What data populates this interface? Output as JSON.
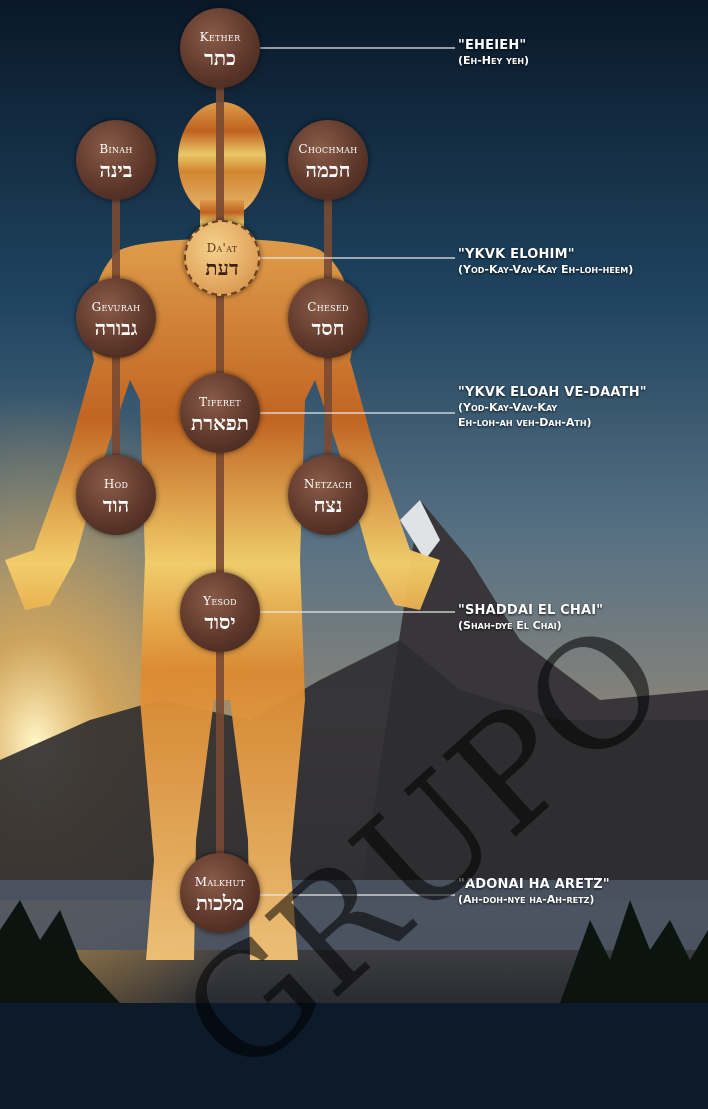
{
  "nodes": {
    "kether": {
      "en": "Kether",
      "he": "כתר"
    },
    "binah": {
      "en": "Binah",
      "he": "בינה"
    },
    "chochmah": {
      "en": "Chochmah",
      "he": "חכמה"
    },
    "daat": {
      "en": "Da'at",
      "he": "דעת"
    },
    "gevurah": {
      "en": "Gevurah",
      "he": "גבורה"
    },
    "chesed": {
      "en": "Chesed",
      "he": "חסד"
    },
    "tiferet": {
      "en": "Tiferet",
      "he": "תפארת"
    },
    "hod": {
      "en": "Hod",
      "he": "הוד"
    },
    "netzach": {
      "en": "Netzach",
      "he": "נצח"
    },
    "yesod": {
      "en": "Yesod",
      "he": "יסוד"
    },
    "malkhut": {
      "en": "Malkhut",
      "he": "מלכות"
    }
  },
  "names": [
    {
      "title": "\"EHEIEH\"",
      "sub": [
        "(Eh-Hey yeh)"
      ]
    },
    {
      "title": "\"YKVK ELOHIM\"",
      "sub": [
        "(Yod-Kay-Vav-Kay Eh-loh-heem)"
      ]
    },
    {
      "title": "\"YKVK ELOAH VE-DAATH\"",
      "sub": [
        "(Yod-Kay-Vav-Kay",
        "Eh-loh-ah veh-Dah-Ath)"
      ]
    },
    {
      "title": "\"SHADDAI EL CHAI\"",
      "sub": [
        "(Shah-dye El Chai)"
      ]
    },
    {
      "title": "\"ADONAI HA ARETZ\"",
      "sub": [
        "(Ah-doh-nye ha-Ah-retz)"
      ]
    }
  ],
  "watermark": "GRUPO",
  "colors": {
    "node": "#5e382b",
    "path": "#7a4a33",
    "body": "#f0a848",
    "sky": "#1c3a52"
  }
}
